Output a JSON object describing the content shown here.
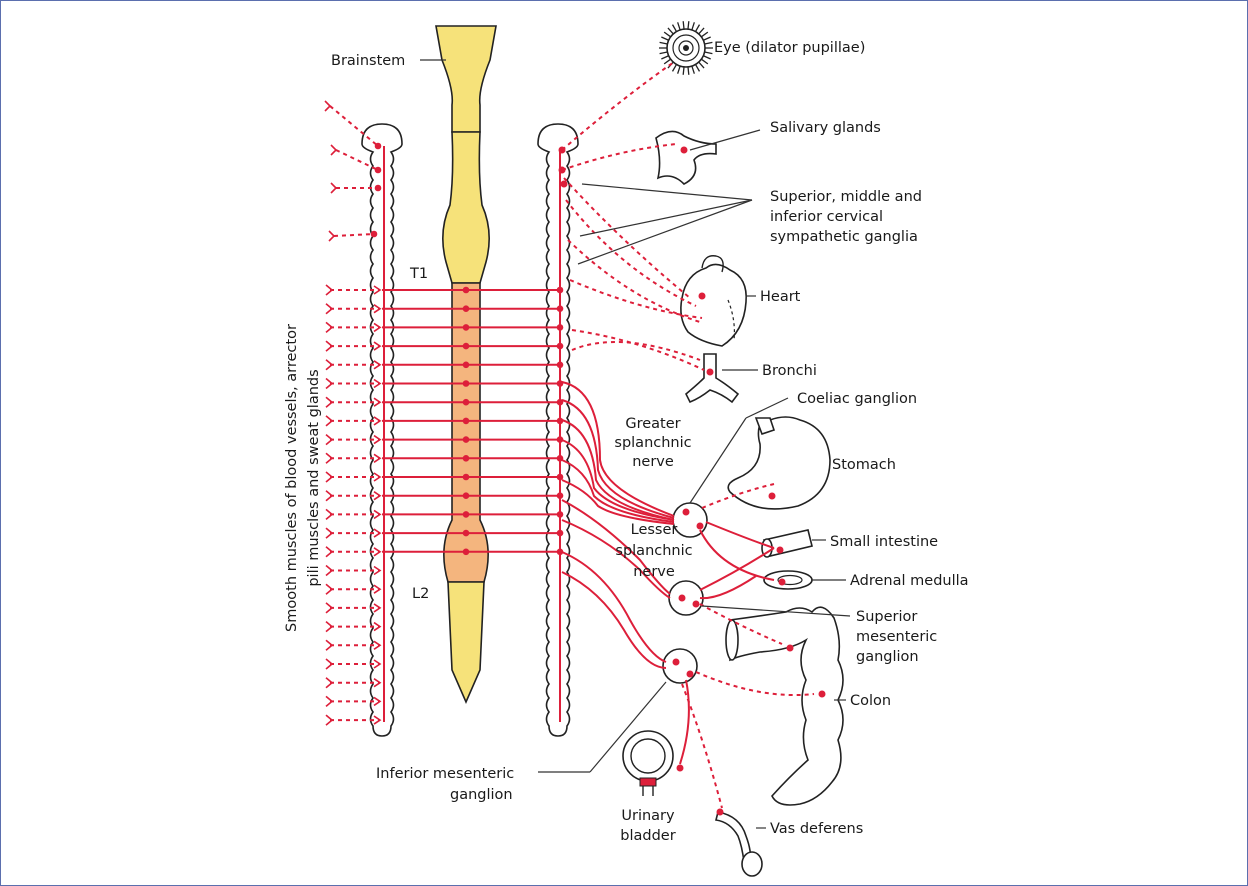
{
  "labels": {
    "brainstem": "Brainstem",
    "eye": "Eye (dilator pupillae)",
    "salivary": "Salivary glands",
    "cervical_1": "Superior, middle and",
    "cervical_2": "inferior cervical",
    "cervical_3": "sympathetic ganglia",
    "t1": "T1",
    "l2": "L2",
    "heart": "Heart",
    "bronchi": "Bronchi",
    "coeliac": "Coeliac ganglion",
    "greater_1": "Greater",
    "greater_2": "splanchnic",
    "greater_3": "nerve",
    "stomach": "Stomach",
    "lesser_1": "Lesser",
    "lesser_2": "splanchnic",
    "lesser_3": "nerve",
    "small_intestine": "Small intestine",
    "adrenal": "Adrenal medulla",
    "sup_mes_1": "Superior",
    "sup_mes_2": "mesenteric",
    "sup_mes_3": "ganglion",
    "colon": "Colon",
    "inf_mes_1": "Inferior mesenteric",
    "inf_mes_2": "ganglion",
    "bladder_1": "Urinary",
    "bladder_2": "bladder",
    "vas": "Vas deferens",
    "left_1": "Smooth muscles of blood vessels, arrector",
    "left_2": "pili muscles and sweat glands"
  },
  "colors": {
    "nerve": "#dd1f3a",
    "cord_upper": "#f6e27a",
    "cord_segment": "#f4b57e",
    "frame": "#5b6fae"
  }
}
